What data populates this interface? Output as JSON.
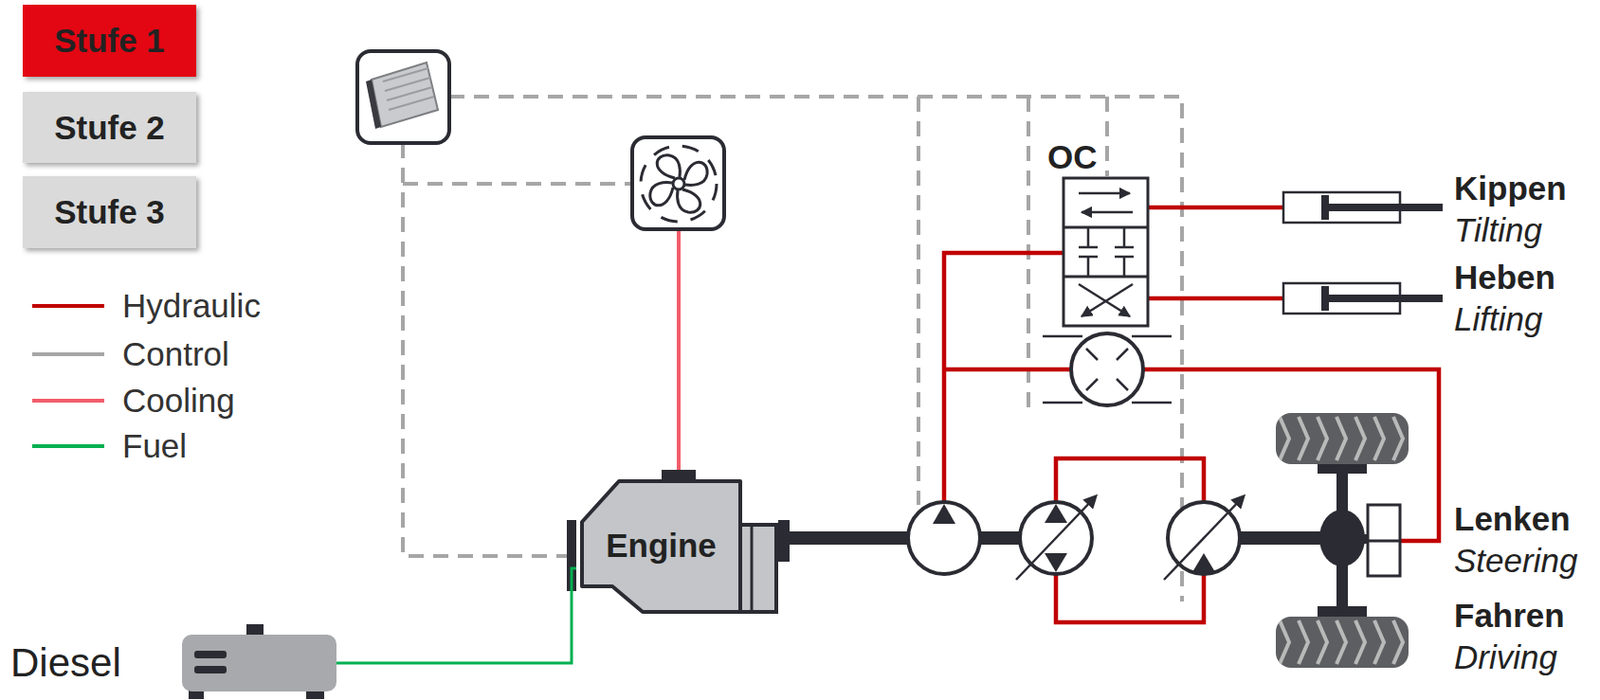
{
  "diagram": {
    "nodes": [
      {
        "text": [
          "Stufe 1"
        ]
      },
      {
        "text": [
          "Stufe 2"
        ]
      },
      {
        "text": [
          "Stufe 3"
        ]
      },
      {
        "text": [
          "OC"
        ]
      },
      {
        "text": [
          "Kippen",
          "Tilting"
        ]
      },
      {
        "text": [
          "Heben",
          "Lifting"
        ]
      },
      {
        "text": [
          "Engine"
        ]
      },
      {
        "text": [
          "Diesel"
        ]
      }
    ],
    "edges": [
      {
        "from": 7,
        "to": 6,
        "arrow": "none"
      },
      {
        "from": 3,
        "to": 4,
        "arrow": "none"
      },
      {
        "from": 3,
        "to": 5,
        "arrow": "none"
      }
    ],
    "labels": [
      "Lenken",
      "Steering",
      "Fahren",
      "Driving"
    ],
    "legend": [
      {
        "text": "Hydraulic",
        "color": "#c00000"
      },
      {
        "text": "Control",
        "color": "#a6a6a6"
      },
      {
        "text": "Cooling",
        "color": "#f25c6a"
      },
      {
        "text": "Fuel",
        "color": "#00b050"
      }
    ]
  }
}
